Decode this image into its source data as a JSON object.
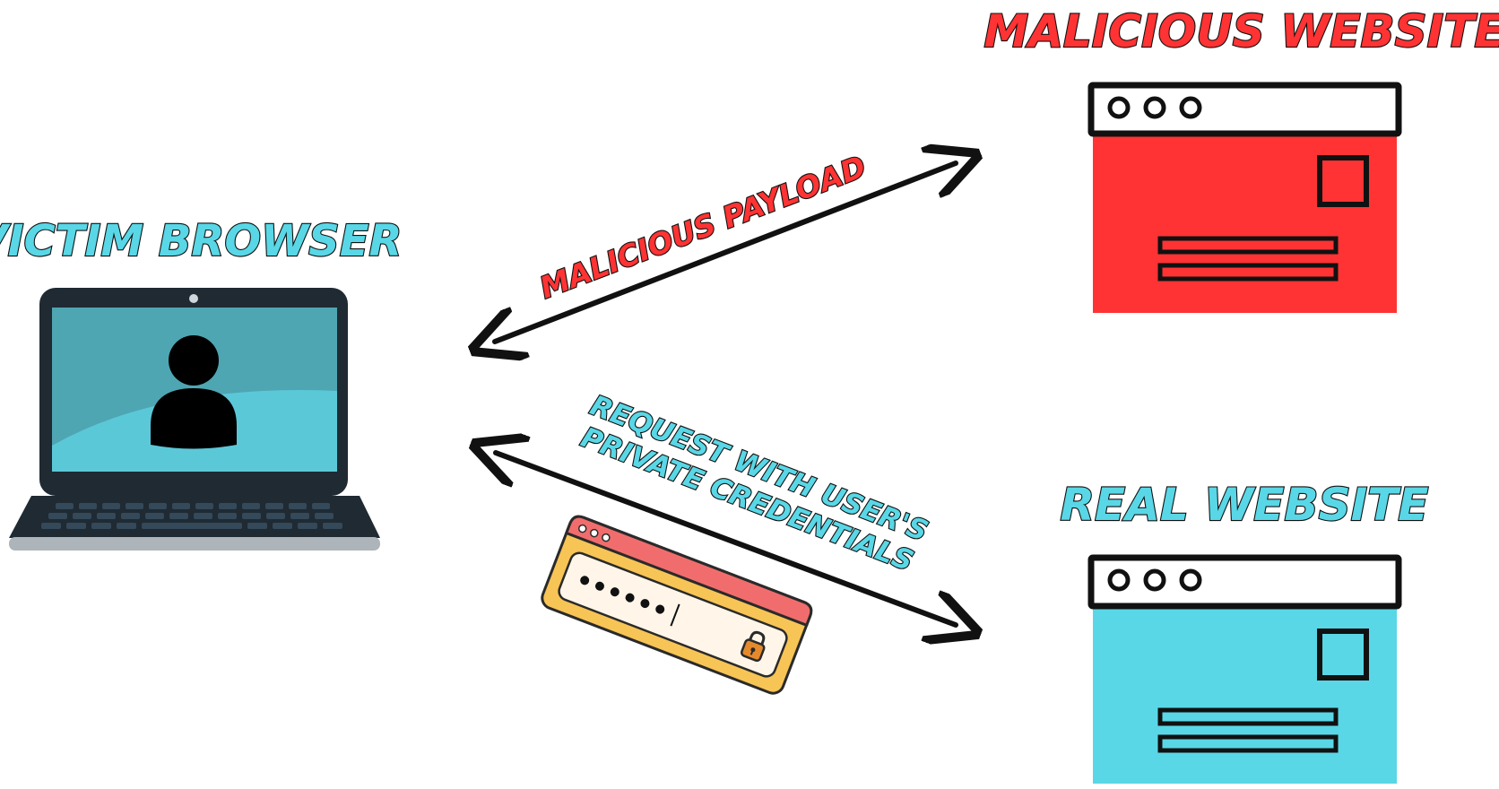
{
  "labels": {
    "victim": "VICTIM BROWSER",
    "malicious_site": "MALICIOUS WEBSITE",
    "real_site": "REAL WEBSITE",
    "payload": "MALICIOUS PAYLOAD",
    "request_line1": "REQUEST WITH USER'S",
    "request_line2": "PRIVATE CREDENTIALS"
  },
  "colors": {
    "malicious": "#ff3333",
    "real": "#59d7e6",
    "laptop_bezel": "#1f2a33",
    "laptop_screen": "#5bc8d8",
    "login_header": "#f16d6d",
    "login_body": "#f7c456",
    "login_field": "#fff6e9",
    "lock": "#e58a2c"
  },
  "icons": {
    "laptop": "laptop-icon",
    "user": "user-icon",
    "website": "browser-window-icon",
    "login": "login-card-icon",
    "lock": "lock-icon"
  }
}
